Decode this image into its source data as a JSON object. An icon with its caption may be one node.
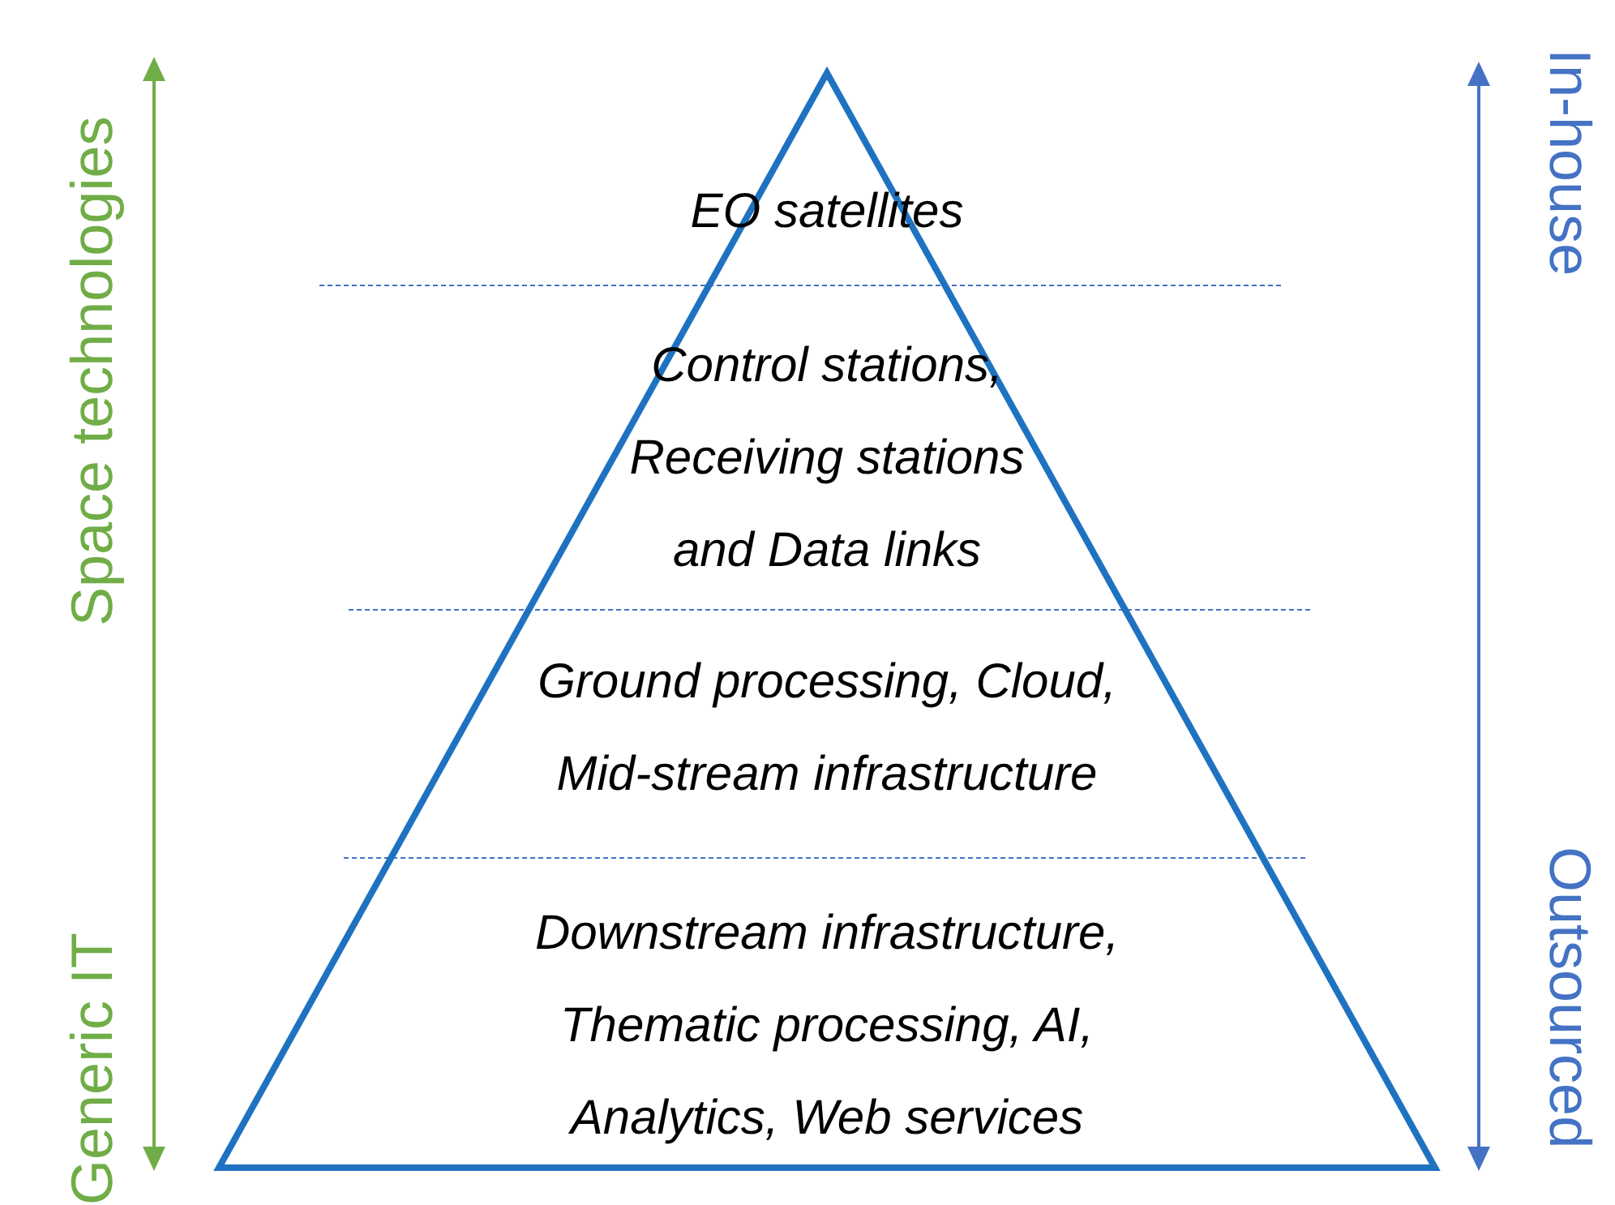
{
  "diagram": {
    "nodes": [
      {
        "text": [],
        "shape": "triangle"
      },
      {
        "text": [
          "EO satellites"
        ],
        "in": 0
      },
      {
        "text": [
          "Control stations, Receiving stations and Data links"
        ],
        "in": 0
      },
      {
        "text": [
          "Ground processing, Cloud, Mid-stream infrastructure"
        ],
        "in": 0
      },
      {
        "text": [
          "Downstream infrastructure, Thematic processing, AI, Analytics, Web services"
        ],
        "in": 0
      }
    ],
    "labels": [
      "Space technologies",
      "Generic IT",
      "In-house",
      "Outsourced"
    ]
  }
}
